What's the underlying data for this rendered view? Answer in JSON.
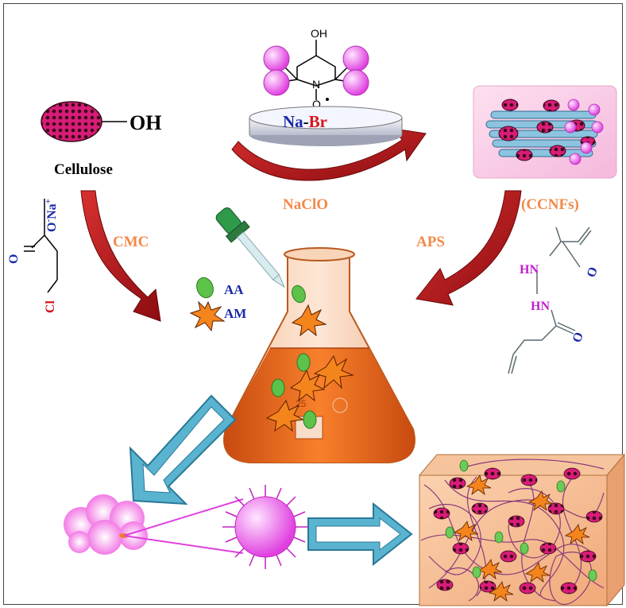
{
  "labels": {
    "oh": "OH",
    "cellulose": "Cellulose",
    "nabr_na": "Na",
    "nabr_dash": "-",
    "nabr_br": "Br",
    "tempo_oh": "OH",
    "tempo_n": "N",
    "tempo_o": "O",
    "naclo": "NaClO",
    "ccnfs": "(CCNFs)",
    "cmc": "CMC",
    "aps": "APS",
    "aa": "AA",
    "am": "AM",
    "cmc_o": "O",
    "cmc_ona": "O",
    "cmc_ona_sup": "-",
    "cmc_na": "Na",
    "cmc_na_sup": "+",
    "cmc_cl": "Cl",
    "mba_hn1": "HN",
    "mba_hn2": "HN",
    "mba_o1": "O",
    "mba_o2": "O"
  },
  "colors": {
    "orange_label": "#f0894a",
    "blue_label": "#1a2aa8",
    "red_label": "#d8141c",
    "magenta_label": "#c020d0",
    "arrow_red": "#b0161a",
    "arrow_blue": "#4aa8c8",
    "cellulose_fill": "#d81c78",
    "flask_liquid": "#f07020",
    "gel_cube": "#f4b888"
  }
}
